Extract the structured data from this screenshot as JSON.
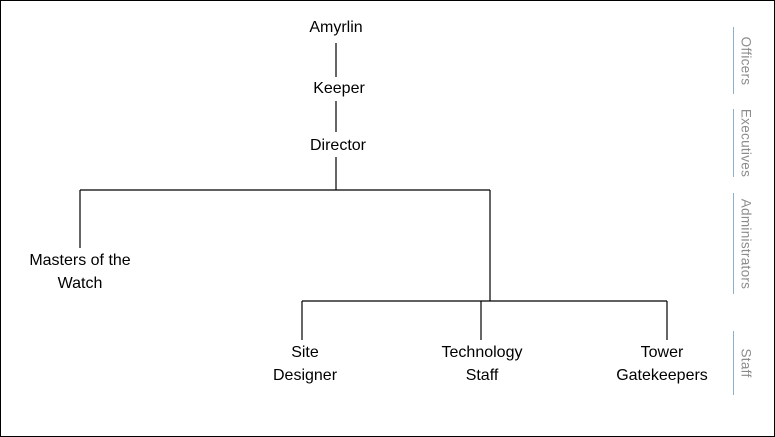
{
  "nodes": {
    "amyrlin": [
      "Amyrlin"
    ],
    "keeper": [
      "Keeper"
    ],
    "director": [
      "Director"
    ],
    "masters": [
      "Masters of the",
      "Watch"
    ],
    "site": [
      "Site",
      "Designer"
    ],
    "technology": [
      "Technology",
      "Staff"
    ],
    "tower": [
      "Tower",
      "Gatekeepers"
    ]
  },
  "tiers": {
    "officers": "Officers",
    "executives": "Executives",
    "administrators": "Administrators",
    "staff": "Staff"
  },
  "colors": {
    "line": "#000000",
    "tier_rule": "#8fb0cc",
    "tier_text": "#8c8c8c"
  }
}
